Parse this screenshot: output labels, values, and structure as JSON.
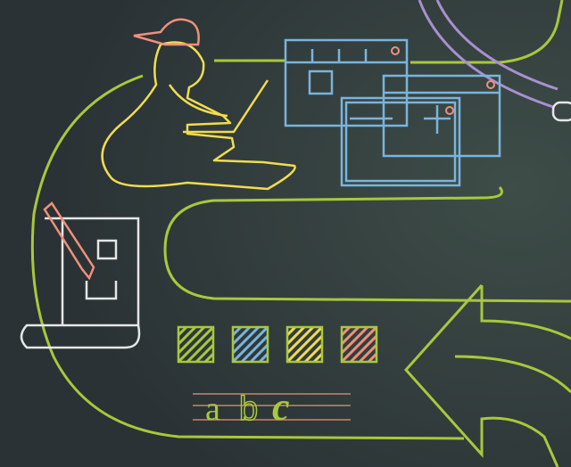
{
  "illustration": {
    "letters": [
      "a",
      "b",
      "c"
    ],
    "swatches": [
      {
        "stripe_color": "#a8c83c"
      },
      {
        "stripe_color": "#7ab4dc"
      },
      {
        "stripe_color": "#f0dc50"
      },
      {
        "stripe_color": "#f0907a"
      }
    ]
  },
  "colors": {
    "background": "#2a3235",
    "path": "#a8c83c",
    "person": "#f0dc50",
    "cap": "#f0907a",
    "windows": "#7ab4dc",
    "ring": "#a890d0",
    "document": "#e6e6e6"
  }
}
